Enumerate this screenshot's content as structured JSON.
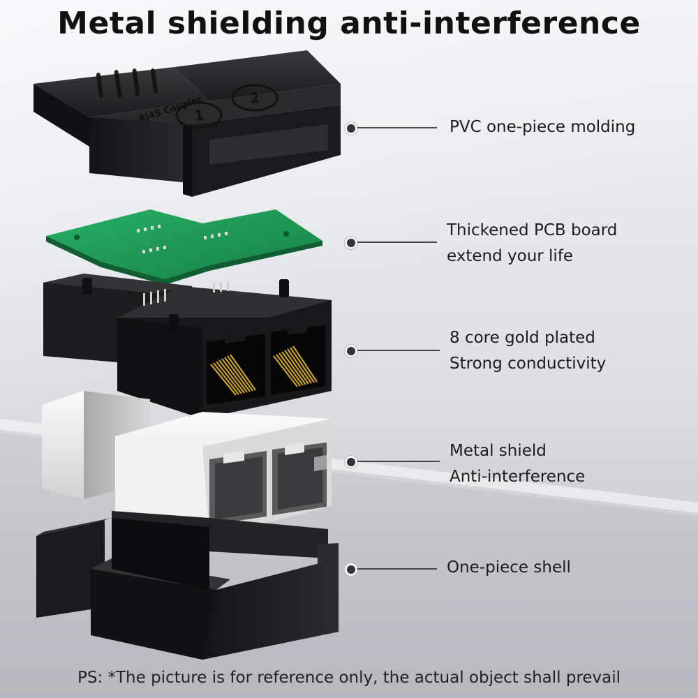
{
  "headline": "Metal shielding anti-interference",
  "callouts": [
    {
      "lines": [
        "PVC one-piece molding"
      ]
    },
    {
      "lines": [
        "Thickened PCB board",
        "extend your life"
      ]
    },
    {
      "lines": [
        "8 core gold plated",
        "Strong conductivity"
      ]
    },
    {
      "lines": [
        "Metal shield",
        "Anti-interference"
      ]
    },
    {
      "lines": [
        "One-piece shell"
      ]
    }
  ],
  "cover_embossing": {
    "brand": "RJ45 Coupler",
    "port_1": "1",
    "port_2": "2"
  },
  "footnote": "PS: *The picture is for reference only, the actual object shall prevail",
  "colors": {
    "housing_black": "#1f1f21",
    "pcb_green": "#1e9a55",
    "metal_shield": "#e4e4e4",
    "gold_pins": "#c9a227",
    "text": "#1c1c1c"
  }
}
